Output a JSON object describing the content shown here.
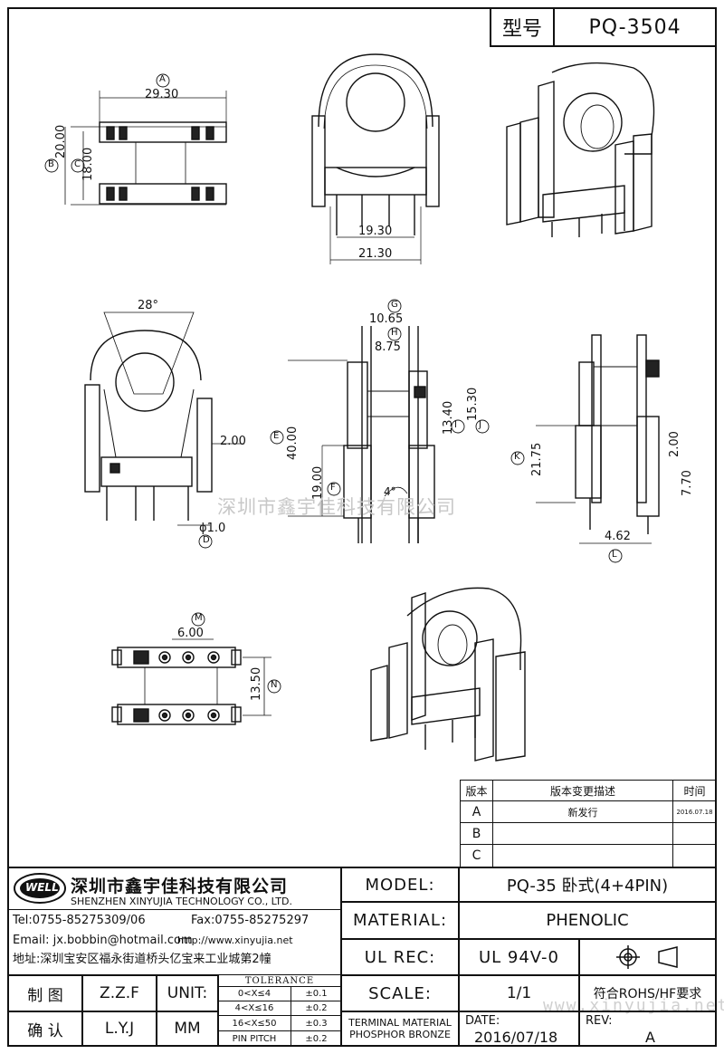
{
  "header": {
    "model_label": "型号",
    "model_code": "PQ-3504"
  },
  "dimensions": {
    "top": {
      "A_label": "A",
      "A_value": "29.30",
      "B_label": "B",
      "B_value": "20.00",
      "C_label": "C",
      "C_value": "18.00"
    },
    "front": {
      "w1": "19.30",
      "w2": "21.30"
    },
    "side_left": {
      "angle": "28°",
      "pin_offset": "2.00",
      "pin_dia": "ϕ1.0",
      "D_label": "D"
    },
    "section": {
      "G_label": "G",
      "G_value": "10.65",
      "H_label": "H",
      "H_value": "8.75",
      "E_label": "E",
      "E_value": "40.00",
      "F_label": "F",
      "F_value": "19.00",
      "I_label": "I",
      "I_value": "13.40",
      "J_label": "J",
      "J_value": "15.30",
      "angle": "4°"
    },
    "side_right": {
      "K_label": "K",
      "K_value": "21.75",
      "v1": "2.00",
      "v2": "7.70",
      "L_label": "L",
      "L_value": "4.62"
    },
    "bottom": {
      "M_label": "M",
      "M_value": "6.00",
      "N_label": "N",
      "N_value": "13.50"
    }
  },
  "watermark": {
    "cn": "深圳市鑫宇佳科技有限公司",
    "url": "www.xinyujia.net"
  },
  "revision_table": {
    "headers": [
      "版本",
      "版本变更描述",
      "时间"
    ],
    "rows": [
      {
        "ver": "A",
        "desc": "新发行",
        "date": "2016.07.18"
      },
      {
        "ver": "B",
        "desc": "",
        "date": ""
      },
      {
        "ver": "C",
        "desc": "",
        "date": ""
      }
    ]
  },
  "company": {
    "logo_text": "WELL",
    "name_cn": "深圳市鑫宇佳科技有限公司",
    "name_en": "SHENZHEN XINYUJIA TECHNOLOGY CO., LTD.",
    "tel": "Tel:0755-85275309/06",
    "fax": "Fax:0755-85275297",
    "email": "Email: jx.bobbin@hotmail.com",
    "http": "http://www.xinyujia.net",
    "address": "地址:深圳宝安区福永街道桥头亿宝来工业城第2幢"
  },
  "title_block": {
    "model_label": "MODEL:",
    "model_value": "PQ-35 卧式(4+4PIN)",
    "material_label": "MATERIAL:",
    "material_value": "PHENOLIC",
    "ulrec_label": "UL REC:",
    "ulrec_value": "UL 94V-0",
    "scale_label": "SCALE:",
    "scale_value": "1/1",
    "rohs": "符合ROHS/HF要求",
    "terminal_label": "TERMINAL MATERIAL",
    "terminal_value": "PHOSPHOR BRONZE",
    "date_label": "DATE:",
    "date_value": "2016/07/18",
    "rev_label": "REV:",
    "rev_value": "A"
  },
  "sign_block": {
    "draw_label": "制 图",
    "draw_value": "Z.Z.F",
    "check_label": "确 认",
    "check_value": "L.Y.J",
    "unit_label": "UNIT:",
    "unit_value": "MM",
    "tolerance_title": "TOLERANCE",
    "tolerance_rows": [
      {
        "range": "0<X≤4",
        "tol": "±0.1"
      },
      {
        "range": "4<X≤16",
        "tol": "±0.2"
      },
      {
        "range": "16<X≤50",
        "tol": "±0.3"
      },
      {
        "range": "PIN PITCH",
        "tol": "±0.2"
      }
    ]
  }
}
